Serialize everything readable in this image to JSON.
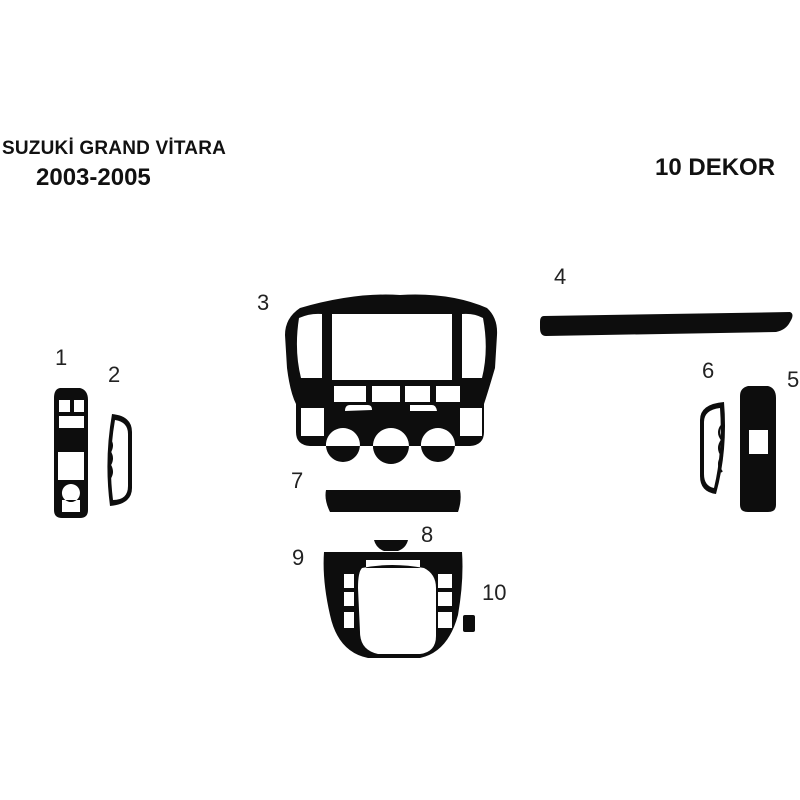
{
  "header": {
    "model": "SUZUKİ GRAND VİTARA",
    "years": "2003-2005",
    "piece_count": "10 DEKOR"
  },
  "parts": [
    {
      "number": "1"
    },
    {
      "number": "2"
    },
    {
      "number": "3"
    },
    {
      "number": "4"
    },
    {
      "number": "5"
    },
    {
      "number": "6"
    },
    {
      "number": "7"
    },
    {
      "number": "8"
    },
    {
      "number": "9"
    },
    {
      "number": "10"
    }
  ],
  "colors": {
    "part_fill": "#0d0d0d",
    "background": "#ffffff"
  }
}
